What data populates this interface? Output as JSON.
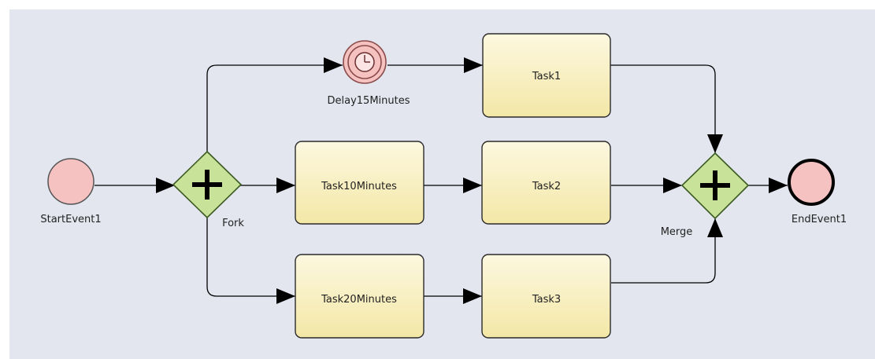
{
  "diagram": {
    "background": "#e3e6ef",
    "colors": {
      "task_fill_top": "#fdf8e0",
      "task_fill_bottom": "#f3e7a6",
      "task_stroke": "#2a2a2a",
      "event_fill": "#f6c2c1",
      "event_stroke": "#444444",
      "gateway_fill": "#c8e29a",
      "gateway_stroke": "#3a5a20",
      "edge": "#000000"
    },
    "nodes": {
      "start_event": {
        "label": "StartEvent1",
        "icon": "start-event-circle"
      },
      "fork": {
        "label": "Fork",
        "icon": "parallel-gateway-plus"
      },
      "delay": {
        "label": "Delay15Minutes",
        "icon": "timer-clock"
      },
      "task1": {
        "label": "Task1"
      },
      "task10": {
        "label": "Task10Minutes"
      },
      "task2": {
        "label": "Task2"
      },
      "task20": {
        "label": "Task20Minutes"
      },
      "task3": {
        "label": "Task3"
      },
      "merge": {
        "label": "Merge",
        "icon": "parallel-gateway-plus"
      },
      "end_event": {
        "label": "EndEvent1",
        "icon": "end-event-circle"
      }
    }
  }
}
